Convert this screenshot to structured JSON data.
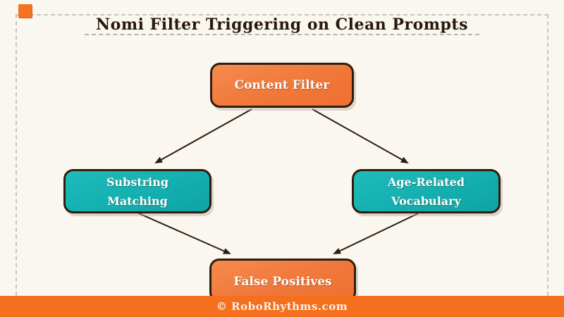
{
  "page": {
    "title": "Nomi Filter Triggering on Clean Prompts",
    "footer_text": "© RoboRhythms.com"
  },
  "diagram": {
    "nodes": {
      "content_filter": {
        "label": "Content Filter",
        "fill": "#F0783A"
      },
      "substring_matching": {
        "line1": "Substring",
        "line2": "Matching",
        "fill": "#14AFB0"
      },
      "age_related_vocabulary": {
        "line1": "Age-Related",
        "line2": "Vocabulary",
        "fill": "#14AFB0"
      },
      "false_positives": {
        "label": "False Positives",
        "fill": "#F0783A"
      }
    },
    "edges": [
      {
        "from": "content_filter",
        "to": "substring_matching"
      },
      {
        "from": "content_filter",
        "to": "age_related_vocabulary"
      },
      {
        "from": "substring_matching",
        "to": "false_positives"
      },
      {
        "from": "age_related_vocabulary",
        "to": "false_positives"
      }
    ],
    "colors": {
      "background": "#FAF6F0",
      "node_orange": "#F0783A",
      "node_teal": "#14AFB0",
      "node_border": "#2F1E0D",
      "node_text": "#FFFFFF",
      "arrow": "#2E1D0C",
      "dashed_border": "#C8C4BE",
      "title_text": "#2A190B",
      "footer_bar": "#F4701F",
      "accent_square": "#F4731F"
    }
  }
}
